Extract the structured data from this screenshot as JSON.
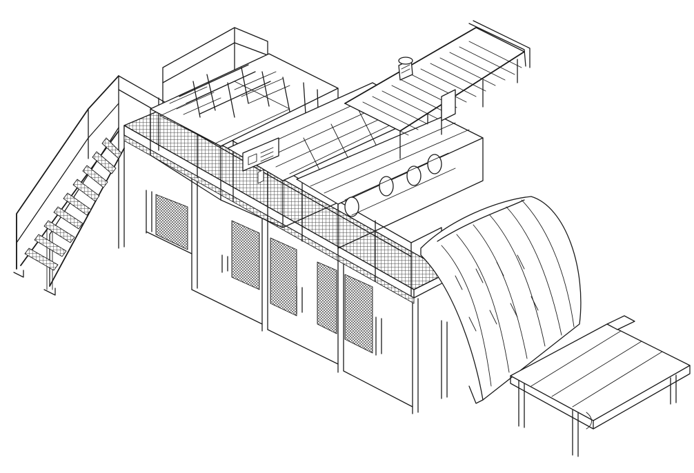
{
  "drawing": {
    "style": "isometric line drawing",
    "line_color": "#1a1a1a",
    "background": "#ffffff",
    "components": [
      {
        "id": "staircase",
        "name": "access-staircase"
      },
      {
        "id": "walkway",
        "name": "mezzanine-walkway"
      },
      {
        "id": "handrail",
        "name": "walkway-handrail"
      },
      {
        "id": "mesh_guard",
        "name": "mesh-safety-guard"
      },
      {
        "id": "upper_frame",
        "name": "upper-processing-frame"
      },
      {
        "id": "control_panel",
        "name": "control-panel"
      },
      {
        "id": "roller_conveyor",
        "name": "infeed-roller-conveyor"
      },
      {
        "id": "drive_motor",
        "name": "drive-motor"
      },
      {
        "id": "chutes",
        "name": "curved-discharge-chutes"
      },
      {
        "id": "belt_conveyor",
        "name": "outfeed-belt-conveyor"
      },
      {
        "id": "support_legs",
        "name": "support-legs"
      }
    ]
  }
}
